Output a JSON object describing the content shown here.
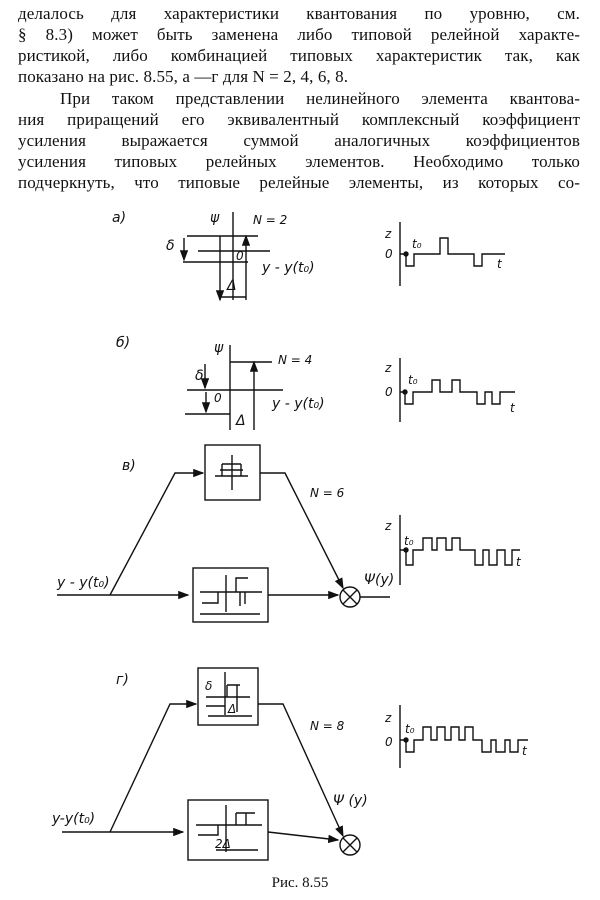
{
  "text_lines": [
    "делалось для характеристики квантования по уровню, см.",
    "§ 8.3)  может быть заменена либо типовой релейной характе-",
    "ристикой, либо комбинацией  типовых характеристик так, как",
    "показано на рис. 8.55,  а —г для  N = 2, 4, 6, 8.",
    "При таком  представлении нелинейного элемента квантова-",
    "ния приращений его эквивалентный комплексный коэффициент",
    "усиления  выражается  суммой аналогичных  коэффициентов",
    "усиления  типовых релейных элементов. Необходимо только",
    "подчеркнуть, что типовые релейные элементы, из которых со-"
  ],
  "figure": {
    "caption": "Рис. 8.55",
    "panels": {
      "a": {
        "label": "а)",
        "n": "N = 2",
        "psi": "ψ",
        "delta_small": "δ",
        "delta_big": "Δ",
        "zero": "0",
        "input": "y - y(t₀)"
      },
      "b": {
        "label": "б)",
        "n": "N = 4",
        "psi": "ψ",
        "delta_small": "δ",
        "delta_big": "Δ",
        "zero": "0",
        "input": "y - y(t₀)"
      },
      "c": {
        "label": "в)",
        "n": "N = 6",
        "input": "y - y(t₀)",
        "output": "Ψ(y)"
      },
      "d": {
        "label": "г)",
        "n": "N = 8",
        "input": "y-y(t₀)",
        "output": "Ψ (y)",
        "delta_small": "δ",
        "delta_big": "Δ",
        "two_delta": "2Δ"
      }
    },
    "waveform": {
      "z": "z",
      "zero": "0",
      "t0": "t₀",
      "t": "t"
    }
  }
}
